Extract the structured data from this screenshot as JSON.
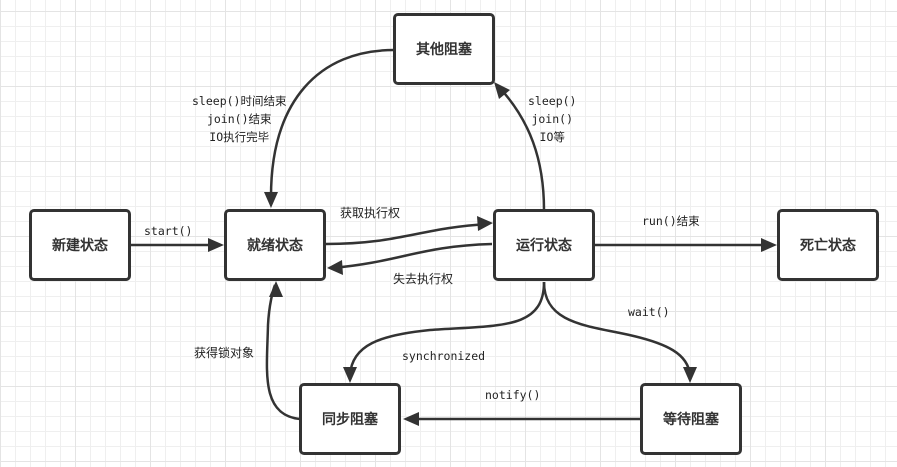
{
  "diagram": {
    "title": "Java thread state diagram",
    "colors": {
      "node_border": "#333333",
      "edge": "#333333",
      "grid_minor": "#efefef",
      "grid_major": "#e4e4e4"
    },
    "nodes": {
      "new": "新建状态",
      "ready": "就绪状态",
      "running": "运行状态",
      "dead": "死亡状态",
      "other_blocked": "其他阻塞",
      "sync_blocked": "同步阻塞",
      "wait_blocked": "等待阻塞"
    },
    "edges": {
      "start": "start()",
      "get_cpu": "获取执行权",
      "lose_cpu": "失去执行权",
      "run_end": "run()结束",
      "to_other_blocked": [
        "sleep()",
        "join()",
        "IO等"
      ],
      "from_other_blocked": [
        "sleep()时间结束",
        "join()结束",
        "IO执行完毕"
      ],
      "synchronized": "synchronized",
      "wait": "wait()",
      "notify": "notify()",
      "get_lock": "获得锁对象"
    }
  }
}
